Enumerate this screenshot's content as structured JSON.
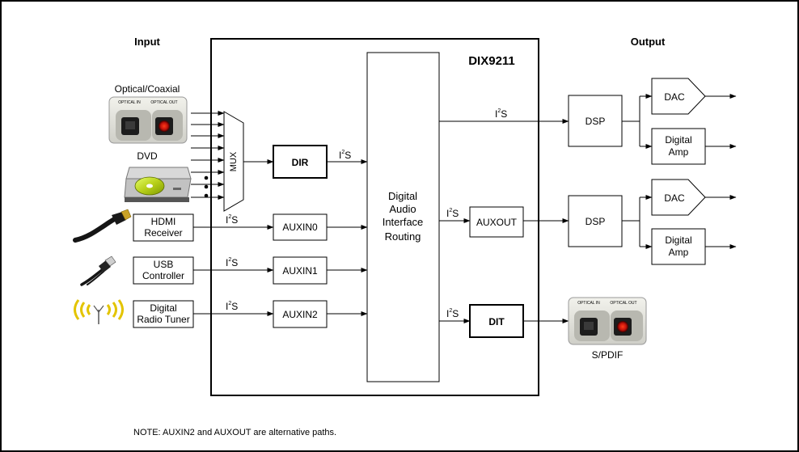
{
  "headings": {
    "input": "Input",
    "output": "Output"
  },
  "chip": {
    "name": "DIX9211"
  },
  "inputs": {
    "optical_coaxial": "Optical/Coaxial",
    "dvd": "DVD",
    "hdmi": [
      "HDMI",
      "Receiver"
    ],
    "usb": [
      "USB",
      "Controller"
    ],
    "radio": [
      "Digital",
      "Radio Tuner"
    ]
  },
  "panel_labels": {
    "optical_in": "OPTICAL IN",
    "optical_out": "OPTICAL OUT"
  },
  "blocks": {
    "mux": "MUX",
    "dir": "DIR",
    "auxin0": "AUXIN0",
    "auxin1": "AUXIN1",
    "auxin2": "AUXIN2",
    "routing": [
      "Digital",
      "Audio",
      "Interface",
      "Routing"
    ],
    "auxout": "AUXOUT",
    "dit": "DIT"
  },
  "outputs": {
    "dsp_top": "DSP",
    "dac_top": "DAC",
    "amp_top": [
      "Digital",
      "Amp"
    ],
    "dsp_mid": "DSP",
    "dac_mid": "DAC",
    "amp_mid": [
      "Digital",
      "Amp"
    ],
    "spdif": "S/PDIF"
  },
  "signal": {
    "i2s_base": "I",
    "i2s_sup": "2",
    "i2s_suffix": "S"
  },
  "note": "NOTE: AUXIN2 and AUXOUT are alternative paths."
}
